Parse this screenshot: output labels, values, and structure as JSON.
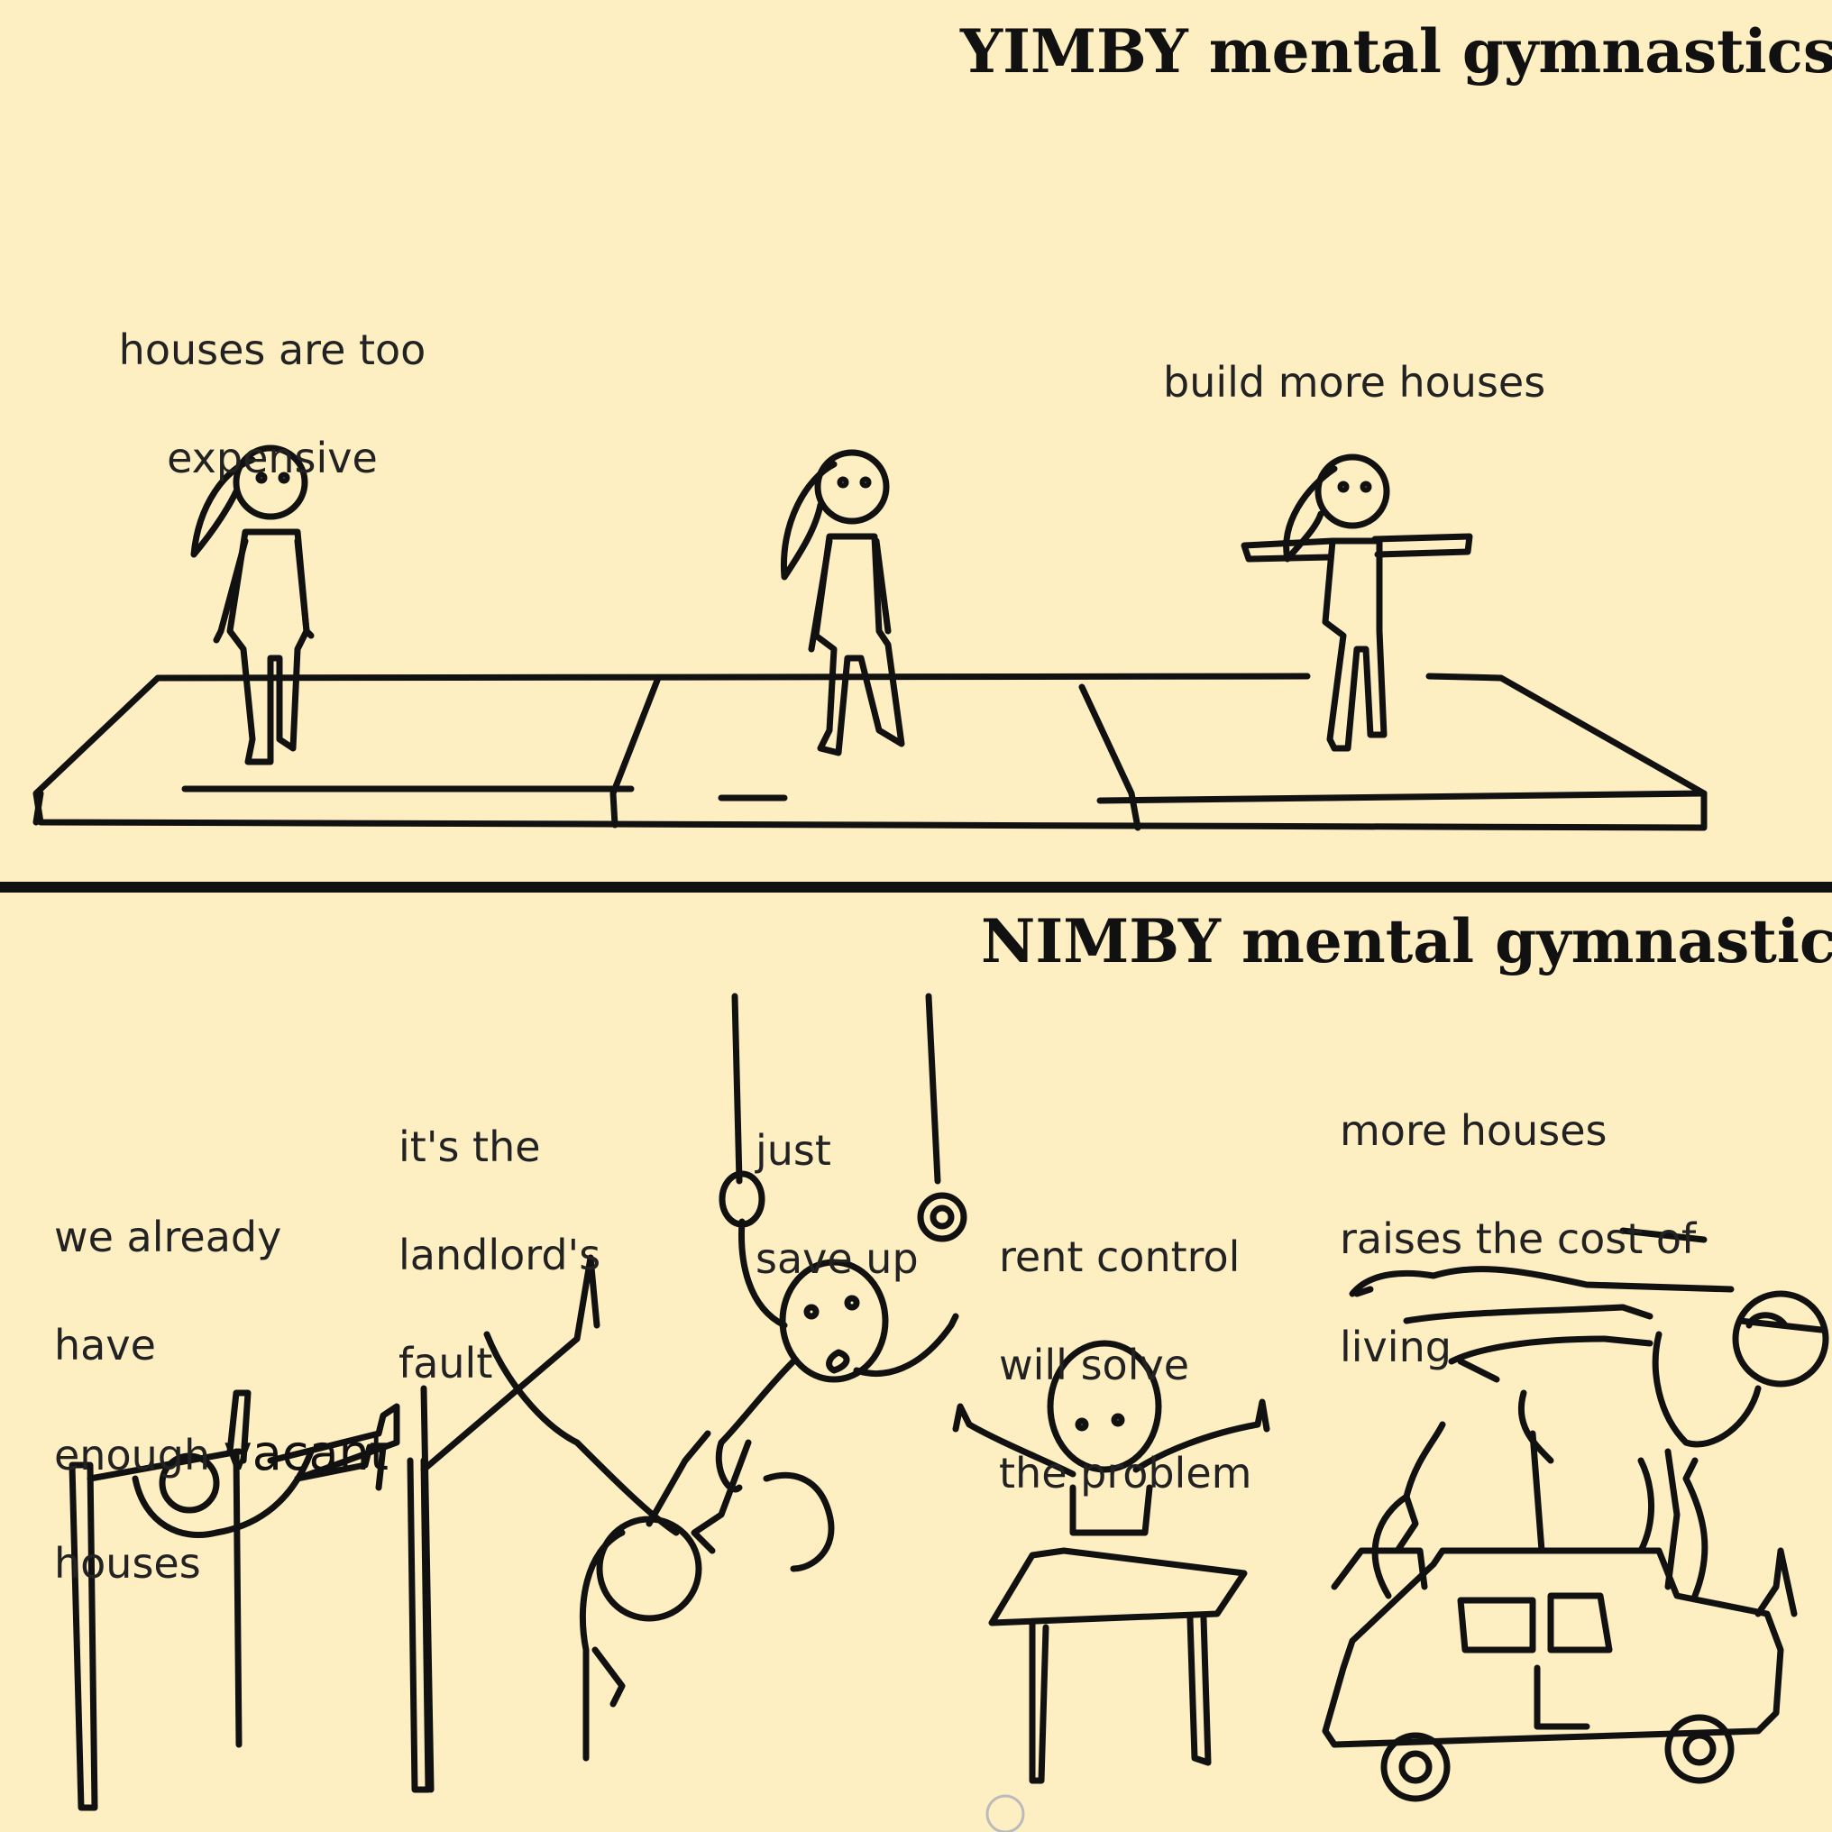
{
  "panels": {
    "top": {
      "title": "YIMBY mental gymnastics",
      "captions": {
        "start": [
          "houses are too",
          "expensive"
        ],
        "end": "build more houses"
      }
    },
    "bottom": {
      "title": "NIMBY mental gymnastics",
      "captions": {
        "vacant": {
          "lines": [
            "we already",
            "have"
          ],
          "enough": "enough",
          "vacant": "vacant",
          "last": "houses"
        },
        "landlord": [
          "it's the",
          "landlord's",
          "fault"
        ],
        "save": [
          "just",
          "save up"
        ],
        "rent": [
          "rent control",
          "will solve",
          "the problem"
        ],
        "cost": [
          "more houses",
          "raises the cost of",
          "living"
        ]
      }
    }
  },
  "colors": {
    "background": "#fdefc2",
    "ink": "#111111"
  }
}
